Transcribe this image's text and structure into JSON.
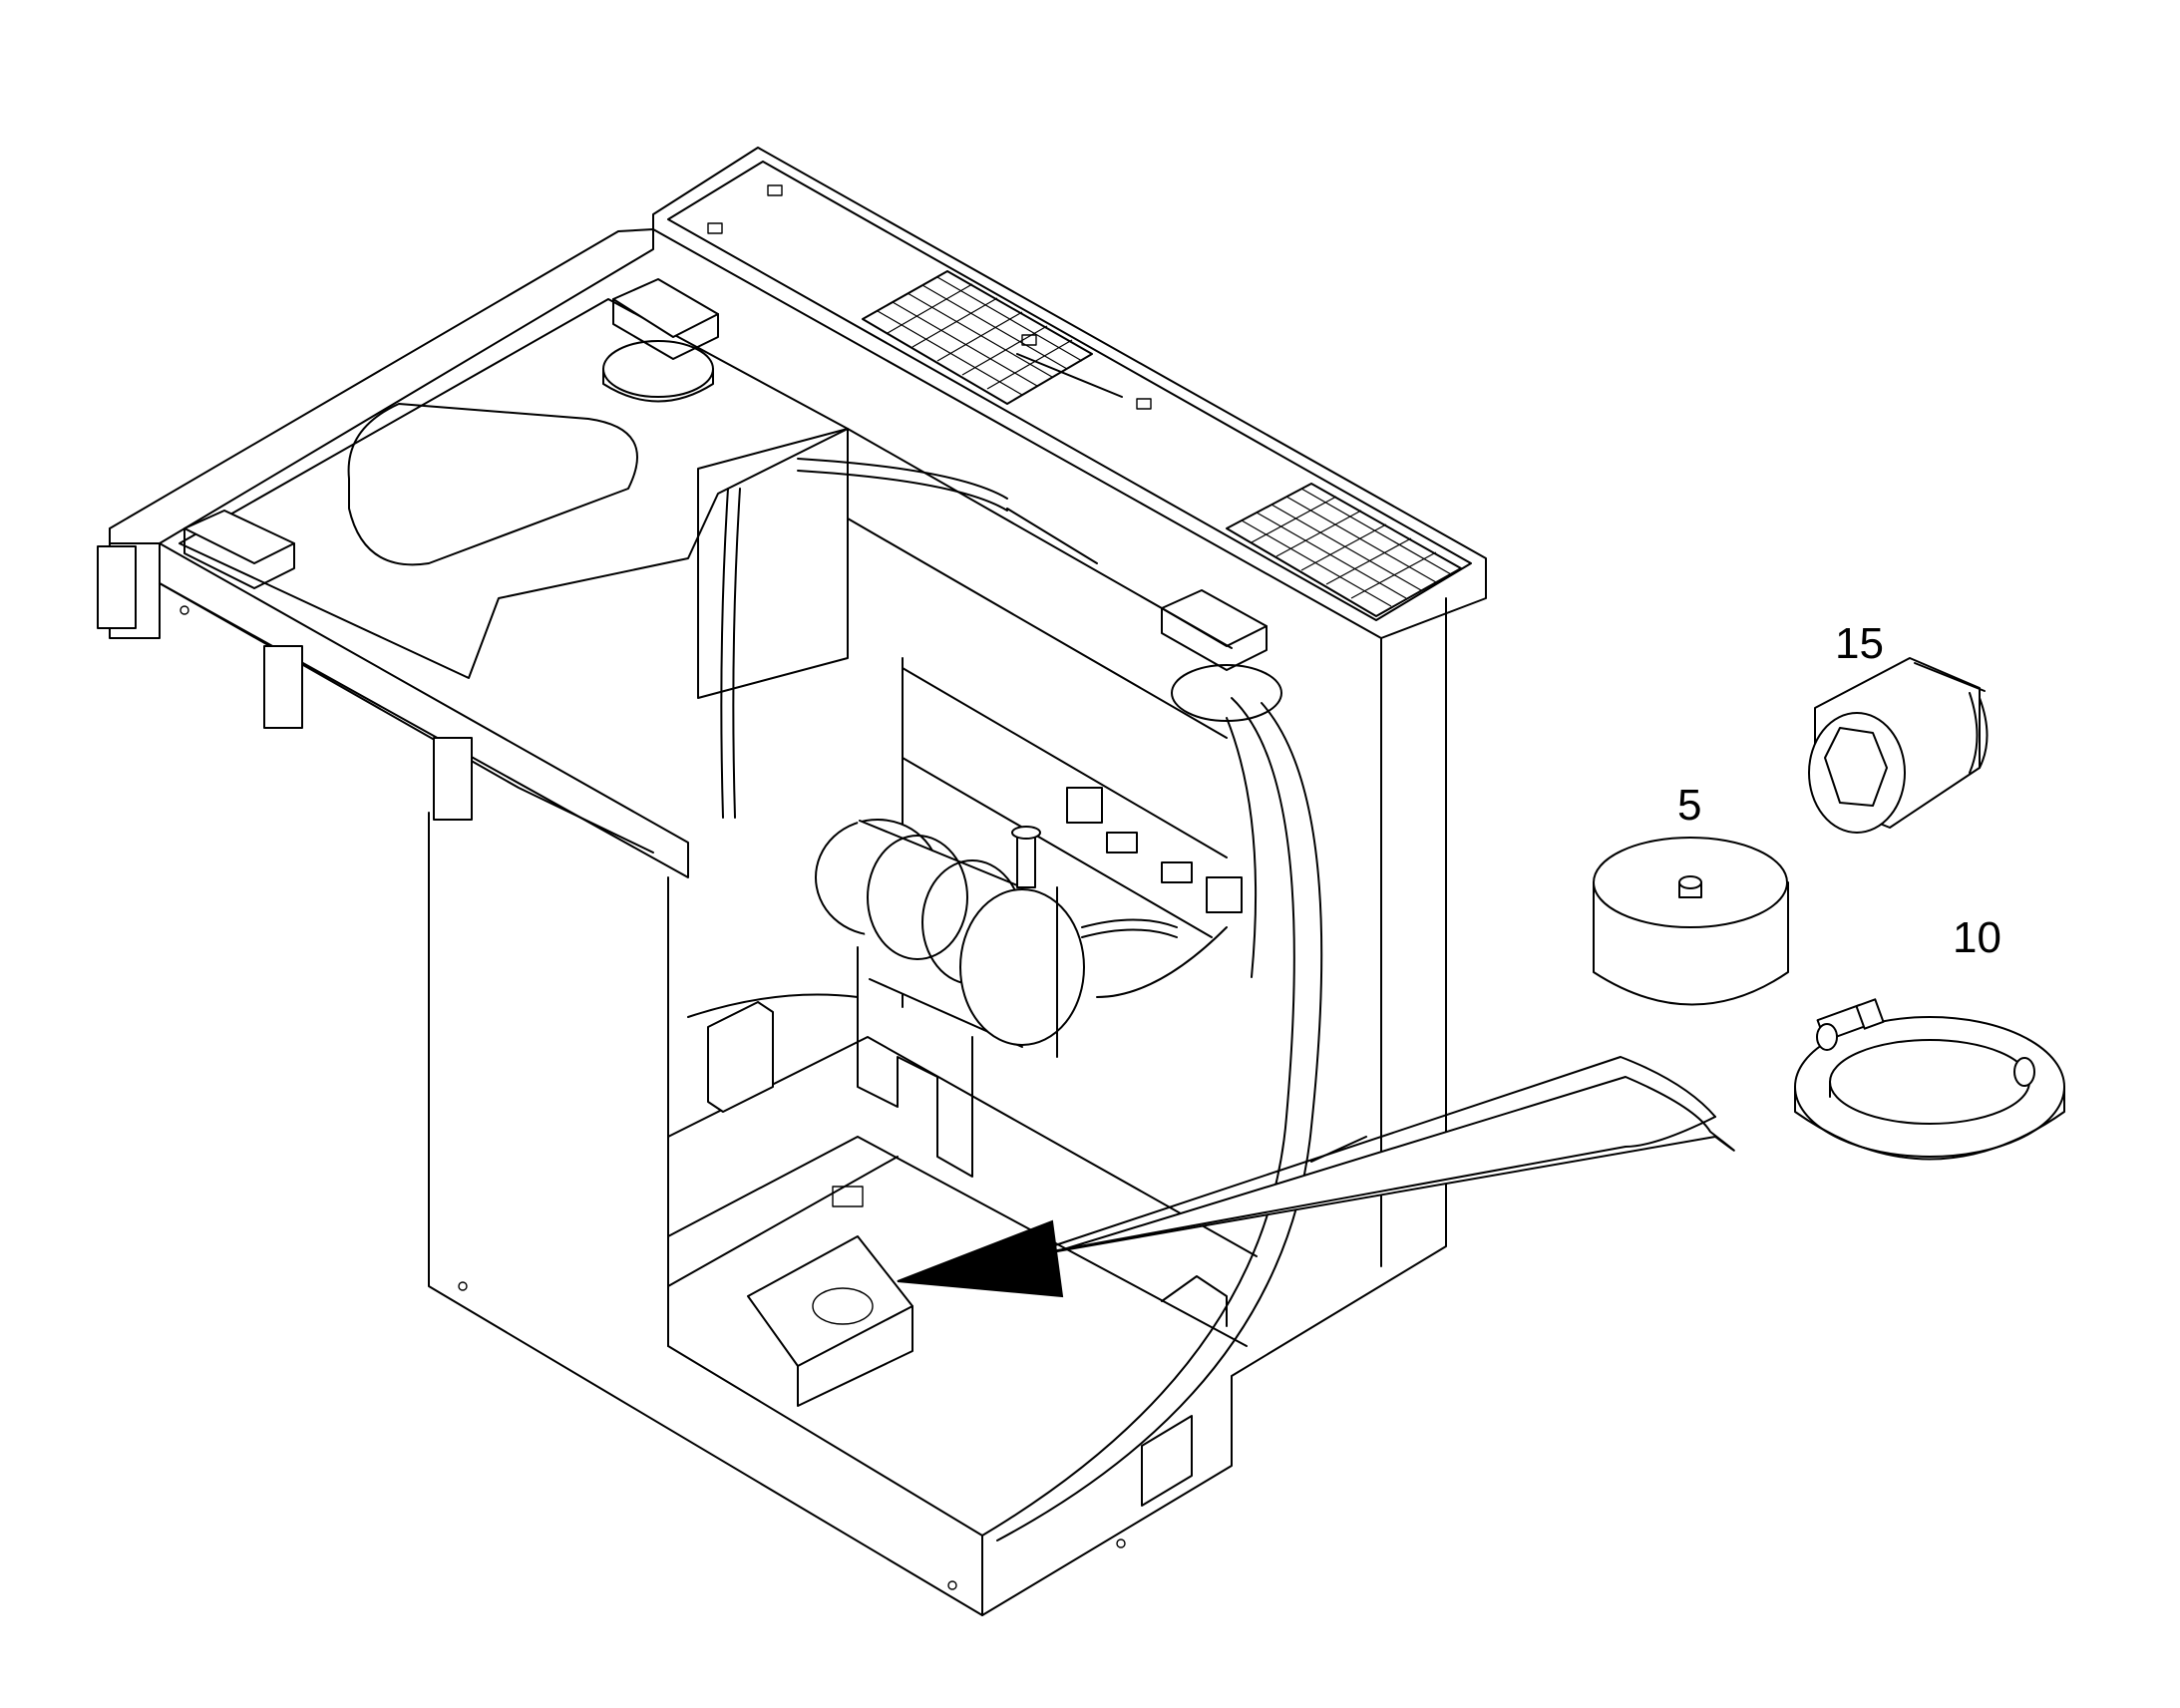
{
  "callouts": {
    "item_5": "5",
    "item_10": "10",
    "item_15": "15"
  },
  "icons": [
    "cabinet-frame-icon",
    "cylindrical-tank-icon",
    "cap-plug-icon",
    "hose-coil-icon",
    "impact-socket-icon",
    "leader-arrow-icon"
  ],
  "colors": {
    "line": "#000000",
    "background": "#ffffff"
  }
}
